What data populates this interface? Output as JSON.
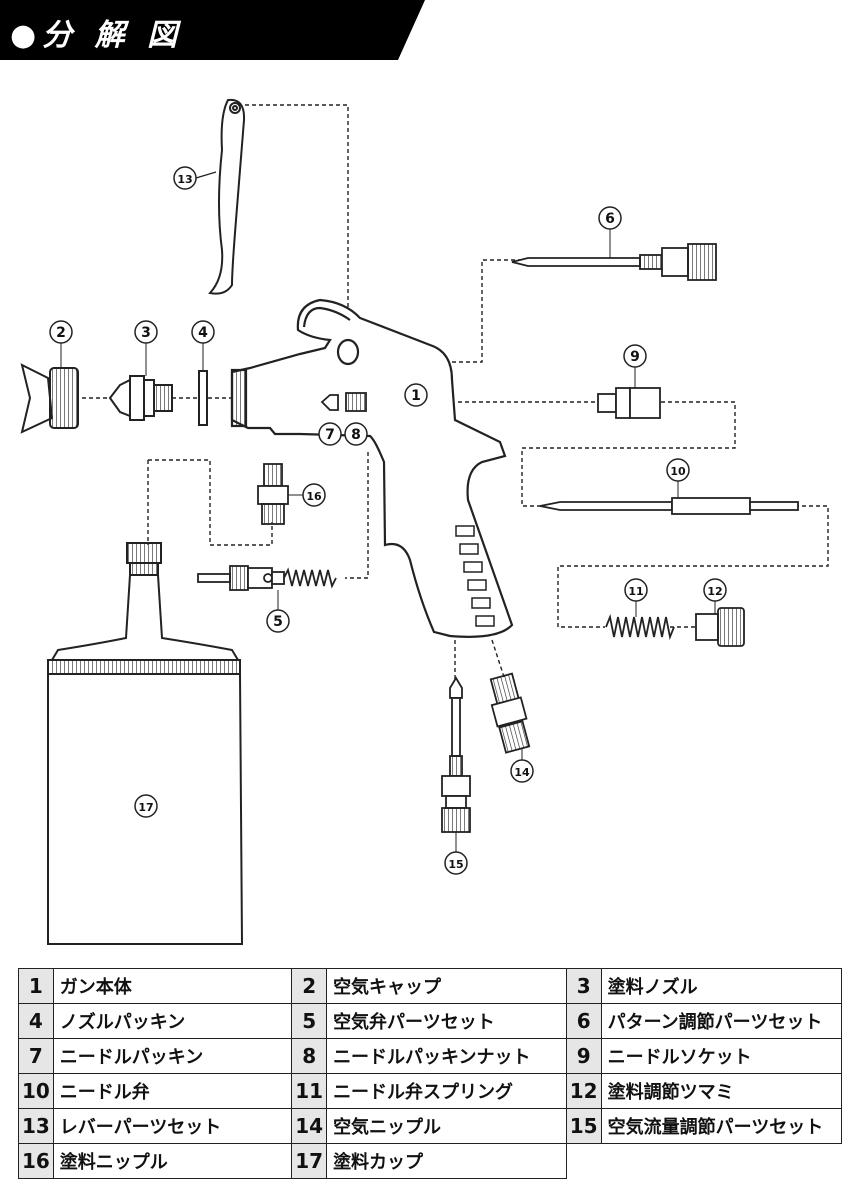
{
  "header": {
    "title": "●分 解 図"
  },
  "callouts": [
    "1",
    "2",
    "3",
    "4",
    "5",
    "6",
    "7",
    "8",
    "9",
    "10",
    "11",
    "12",
    "13",
    "14",
    "15",
    "16",
    "17"
  ],
  "parts": [
    {
      "num": "1",
      "name": "ガン本体"
    },
    {
      "num": "2",
      "name": "空気キャップ"
    },
    {
      "num": "3",
      "name": "塗料ノズル"
    },
    {
      "num": "4",
      "name": "ノズルパッキン"
    },
    {
      "num": "5",
      "name": "空気弁パーツセット"
    },
    {
      "num": "6",
      "name": "パターン調節パーツセット"
    },
    {
      "num": "7",
      "name": "ニードルパッキン"
    },
    {
      "num": "8",
      "name": "ニードルパッキンナット"
    },
    {
      "num": "9",
      "name": "ニードルソケット"
    },
    {
      "num": "10",
      "name": "ニードル弁"
    },
    {
      "num": "11",
      "name": "ニードル弁スプリング"
    },
    {
      "num": "12",
      "name": "塗料調節ツマミ"
    },
    {
      "num": "13",
      "name": "レバーパーツセット"
    },
    {
      "num": "14",
      "name": "空気ニップル"
    },
    {
      "num": "15",
      "name": "空気流量調節パーツセット"
    },
    {
      "num": "16",
      "name": "塗料ニップル"
    },
    {
      "num": "17",
      "name": "塗料カップ"
    }
  ]
}
